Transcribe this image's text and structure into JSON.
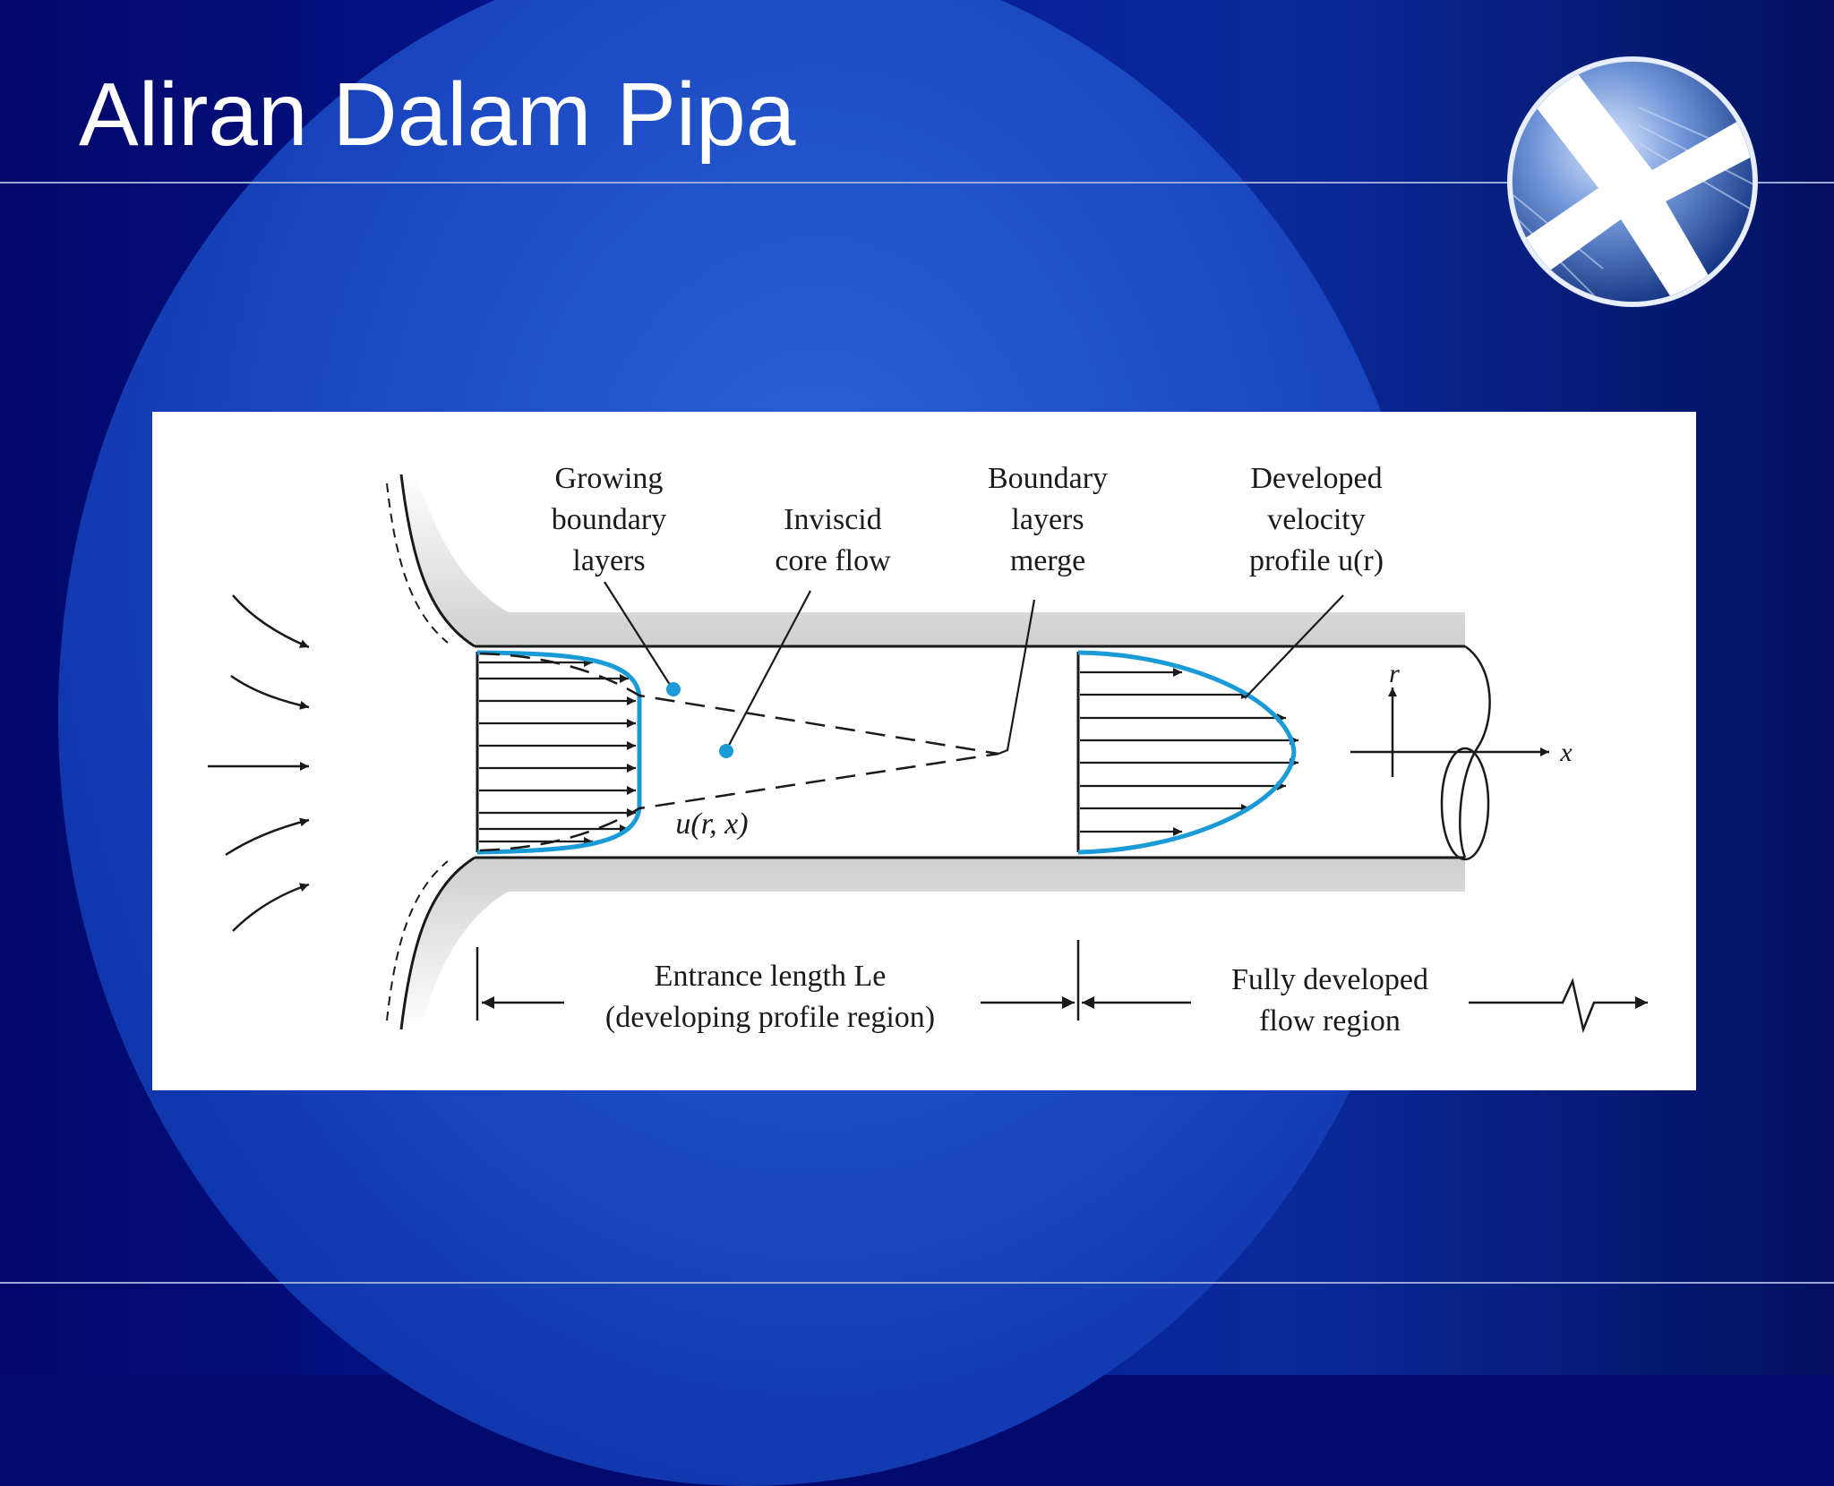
{
  "slide": {
    "title": "Aliran Dalam Pipa",
    "logo_icon": "globe-x-logo-icon"
  },
  "diagram": {
    "labels": {
      "growing_boundary_layers": [
        "Growing",
        "boundary",
        "layers"
      ],
      "inviscid_core_flow": [
        "Inviscid",
        "core flow"
      ],
      "boundary_layers_merge": [
        "Boundary",
        "layers",
        "merge"
      ],
      "developed_velocity_profile": [
        "Developed",
        "velocity",
        "profile u(r)"
      ],
      "u_r_x": "u(r, x)",
      "axis_r": "r",
      "axis_x": "x",
      "entrance_length": [
        "Entrance length Le",
        "(developing profile region)"
      ],
      "fully_developed": [
        "Fully developed",
        "flow region"
      ]
    },
    "colors": {
      "profile_blue": "#1a9ad6",
      "line": "#1a1a1a",
      "pipe_wall_shade": "#d4d4d4"
    }
  }
}
